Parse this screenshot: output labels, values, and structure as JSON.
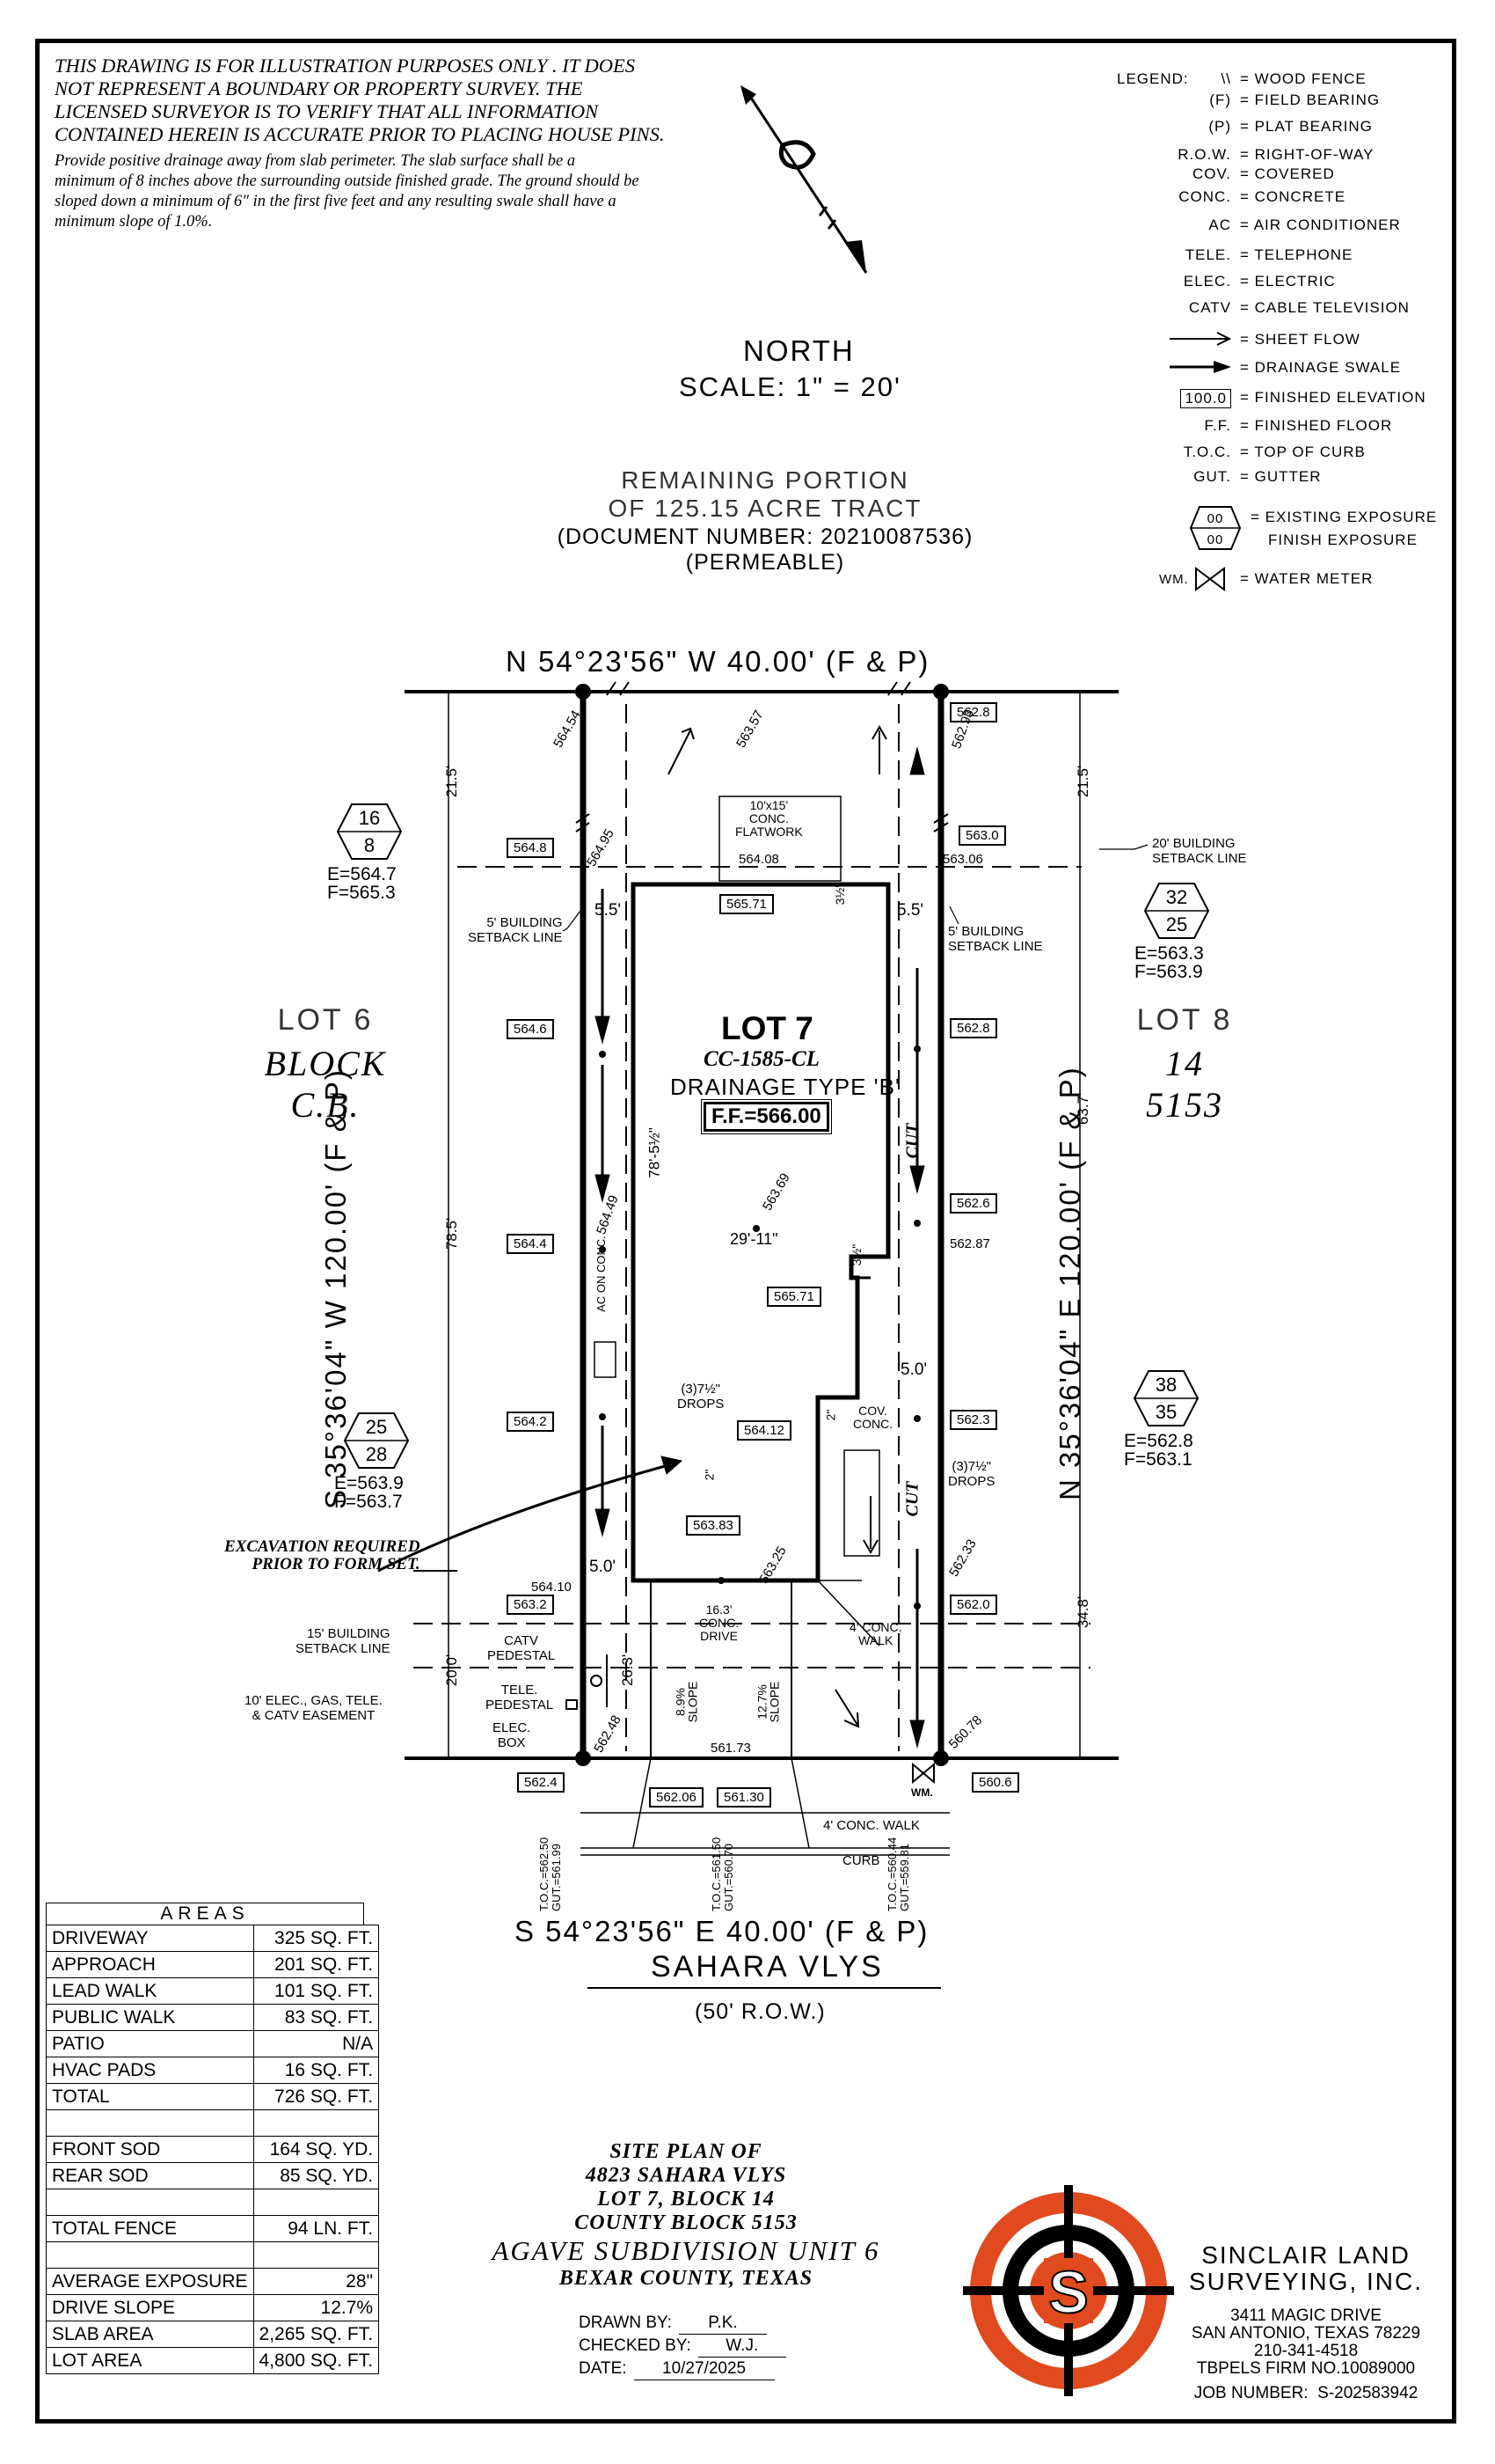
{
  "disclaimer": {
    "lines": [
      "THIS DRAWING IS FOR ILLUSTRATION PURPOSES ONLY . IT DOES",
      "NOT REPRESENT A BOUNDARY OR PROPERTY SURVEY. THE",
      "LICENSED SURVEYOR IS TO VERIFY THAT ALL INFORMATION",
      "CONTAINED HEREIN IS ACCURATE PRIOR TO PLACING HOUSE PINS."
    ],
    "drainage_lines": [
      "Provide positive drainage away from slab perimeter. The slab surface shall be a",
      "minimum of 8 inches above the surrounding outside finished grade. The ground should be",
      "sloped down a minimum of 6\" in the first five feet and any resulting swale shall have a",
      "minimum slope of 1.0%."
    ]
  },
  "north": {
    "label": "NORTH",
    "scale": "SCALE:  1\"  =  20'"
  },
  "legend": {
    "title": "LEGEND:",
    "items": [
      {
        "sym": "\\\\",
        "desc": "= WOOD FENCE"
      },
      {
        "sym": "(F)",
        "desc": "= FIELD BEARING"
      },
      {
        "sym": "(P)",
        "desc": "= PLAT BEARING"
      },
      {
        "sym": "R.O.W.",
        "desc": "= RIGHT-OF-WAY"
      },
      {
        "sym": "COV.",
        "desc": "= COVERED"
      },
      {
        "sym": "CONC.",
        "desc": "= CONCRETE"
      },
      {
        "sym": "AC",
        "desc": "= AIR CONDITIONER"
      },
      {
        "sym": "TELE.",
        "desc": "= TELEPHONE"
      },
      {
        "sym": "ELEC.",
        "desc": "= ELECTRIC"
      },
      {
        "sym": "CATV",
        "desc": "= CABLE TELEVISION"
      },
      {
        "sym": "",
        "desc": "= SHEET FLOW"
      },
      {
        "sym": "",
        "desc": "= DRAINAGE SWALE"
      },
      {
        "sym": "100.0",
        "desc": "= FINISHED ELEVATION"
      },
      {
        "sym": "F.F.",
        "desc": "= FINISHED FLOOR"
      },
      {
        "sym": "T.O.C.",
        "desc": "= TOP OF CURB"
      },
      {
        "sym": "GUT.",
        "desc": "= GUTTER"
      }
    ],
    "exposure_desc1": "= EXISTING EXPOSURE",
    "exposure_desc2": "FINISH EXPOSURE",
    "exposure_hex": "00",
    "wm_sym": "WM.",
    "wm_desc": "= WATER METER"
  },
  "remaining": {
    "l1": "REMAINING PORTION",
    "l2": "OF 125.15 ACRE TRACT",
    "l3": "(DOCUMENT NUMBER: 20210087536)",
    "l4": "(PERMEABLE)"
  },
  "bearings": {
    "north": "N 54°23'56\" W 40.00' (F & P)",
    "south": "S 54°23'56\" E 40.00' (F & P)",
    "west": "S 35°36'04\" W 120.00' (F & P)",
    "east": "N 35°36'04\" E 120.00' (F & P)"
  },
  "street": {
    "name": "SAHARA VLYS",
    "row": "(50' R.O.W.)"
  },
  "lot7": {
    "title": "LOT 7",
    "plan": "CC-1585-CL",
    "drainage": "DRAINAGE TYPE 'B'",
    "ff": "F.F.=566.00"
  },
  "lot6": {
    "l1": "LOT 6",
    "l2": "BLOCK",
    "l3": "C.B."
  },
  "lot8": {
    "l1": "LOT 8",
    "l2": "14",
    "l3": "5153"
  },
  "hexes": [
    {
      "top": "16",
      "bottom": "8",
      "e": "E=564.7",
      "f": "F=565.3"
    },
    {
      "top": "32",
      "bottom": "25",
      "e": "E=563.3",
      "f": "F=563.9"
    },
    {
      "top": "25",
      "bottom": "28",
      "e": "E=563.9",
      "f": "F=563.7"
    },
    {
      "top": "38",
      "bottom": "35",
      "e": "E=562.8",
      "f": "F=563.1"
    }
  ],
  "elev_boxes": [
    "562.8",
    "563.0",
    "564.8",
    "565.71",
    "564.6",
    "562.8",
    "564.4",
    "562.6",
    "565.71",
    "564.2",
    "562.3",
    "564.12",
    "563.83",
    "563.2",
    "562.0",
    "562.4",
    "562.06",
    "561.30",
    "560.6"
  ],
  "spot_elevs": [
    "564.54",
    "563.57",
    "562.93",
    "564.95",
    "563.06",
    "564.08",
    "564.49",
    "563.69",
    "562.87",
    "563.25",
    "562.33",
    "564.10",
    "562.48",
    "561.73",
    "560.78"
  ],
  "dims": {
    "left_top": "21.5'",
    "right_top": "21.5'",
    "left_mid": "78.5'",
    "right_mid": "63.7'",
    "left_bot": "20.0'",
    "right_bot": "34.8'",
    "house_depth": "78'-5½\"",
    "house_width": "29'-11\"",
    "set_5_5a": "5.5'",
    "set_5_5b": "5.5'",
    "set_5_0a": "5.0'",
    "set_5_0b": "5.0'",
    "front_26": "26.3'",
    "drive_w": "16.3'",
    "step_a": "3½\"",
    "step_b": "3½\"",
    "two_a": "2\"",
    "two_b": "2\""
  },
  "notes": {
    "build_20": "20' BUILDING\nSETBACK LINE",
    "build_5l": "5' BUILDING\nSETBACK LINE",
    "build_5r": "5' BUILDING\nSETBACK LINE",
    "build_15": "15' BUILDING\nSETBACK LINE",
    "flatwork": "10'x15'\nCONC.\nFLATWORK",
    "ac": "AC ON CONC.",
    "drops_l": "(3)7½\"\nDROPS",
    "drops_r": "(3)7½\"\nDROPS",
    "cov_conc": "COV.\nCONC.",
    "excavation": "EXCAVATION REQUIRED\nPRIOR TO FORM SET.",
    "catv": "CATV\nPEDESTAL",
    "tele": "TELE.\nPEDESTAL",
    "elec": "ELEC.\nBOX",
    "easement": "10' ELEC., GAS, TELE.\n& CATV EASEMENT",
    "conc_drive": "16.3'\nCONC.\nDRIVE",
    "conc_walk4": "4' CONC.\nWALK",
    "slope_a": "8.9%\nSLOPE",
    "slope_b": "12.7%\nSLOPE",
    "walk_4": "4' CONC. WALK",
    "curb": "CURB",
    "cut": "CUT",
    "wm": "WM.",
    "toc1": "T.O.C.=562.50\nGUT.=561.99",
    "toc2": "T.O.C.=561.50\nGUT.=560.70",
    "toc3": "T.O.C.=560.44\nGUT.=559.81"
  },
  "areas": {
    "title": "AREAS",
    "rows": [
      [
        "DRIVEWAY",
        "325 SQ. FT."
      ],
      [
        "APPROACH",
        "201 SQ. FT."
      ],
      [
        "LEAD WALK",
        "101 SQ. FT."
      ],
      [
        "PUBLIC WALK",
        "83 SQ. FT."
      ],
      [
        "PATIO",
        "N/A"
      ],
      [
        "HVAC PADS",
        "16 SQ. FT."
      ],
      [
        "TOTAL",
        "726 SQ. FT."
      ],
      [
        "",
        ""
      ],
      [
        "FRONT SOD",
        "164 SQ. YD."
      ],
      [
        "REAR SOD",
        "85 SQ. YD."
      ],
      [
        "",
        ""
      ],
      [
        "TOTAL FENCE",
        "94 LN. FT."
      ],
      [
        "",
        ""
      ],
      [
        "AVERAGE EXPOSURE",
        "28\""
      ],
      [
        "DRIVE SLOPE",
        "12.7%"
      ],
      [
        "SLAB AREA",
        "2,265 SQ. FT."
      ],
      [
        "LOT AREA",
        "4,800 SQ. FT."
      ]
    ]
  },
  "site_plan": {
    "l1": "SITE PLAN OF",
    "l2": "4823 SAHARA VLYS",
    "l3": "LOT 7, BLOCK 14",
    "l4": "COUNTY BLOCK 5153",
    "l5": "AGAVE SUBDIVISION UNIT 6",
    "l6": "BEXAR COUNTY, TEXAS"
  },
  "credits": {
    "drawn_lbl": "DRAWN BY:",
    "drawn": "P.K.",
    "checked_lbl": "CHECKED BY:",
    "checked": "W.J.",
    "date_lbl": "DATE:",
    "date": "10/27/2025"
  },
  "company": {
    "logo_letter": "S",
    "name1": "SINCLAIR LAND",
    "name2": "SURVEYING, INC.",
    "addr1": "3411 MAGIC DRIVE",
    "addr2": "SAN ANTONIO, TEXAS 78229",
    "phone": "210-341-4518",
    "firm": "TBPELS FIRM NO.10089000",
    "job_lbl": "JOB NUMBER:",
    "job": "S-202583942",
    "orange": "#e04a1e"
  }
}
